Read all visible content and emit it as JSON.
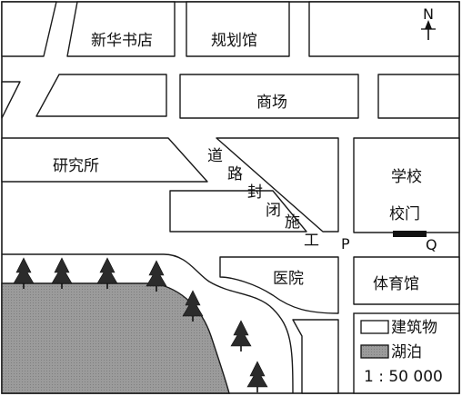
{
  "buildings": {
    "xinhua_bookstore": "新华书店",
    "planning_hall": "规划馆",
    "mall": "商场",
    "research_institute": "研究所",
    "school": "学校",
    "school_gate": "校门",
    "hospital": "医院",
    "gymnasium": "体育馆"
  },
  "road_closure": [
    "道",
    "路",
    "封",
    "闭",
    "施",
    "工"
  ],
  "points": {
    "p": "P",
    "q": "Q"
  },
  "north_arrow": {
    "label": "N",
    "icon": "north-arrow-icon"
  },
  "legend": {
    "building": "建筑物",
    "lake": "湖泊",
    "scale": "1 : 50 000"
  },
  "colors": {
    "lake": "#9a9a9a",
    "tree": "#2b2b2b",
    "gate": "#111111"
  }
}
